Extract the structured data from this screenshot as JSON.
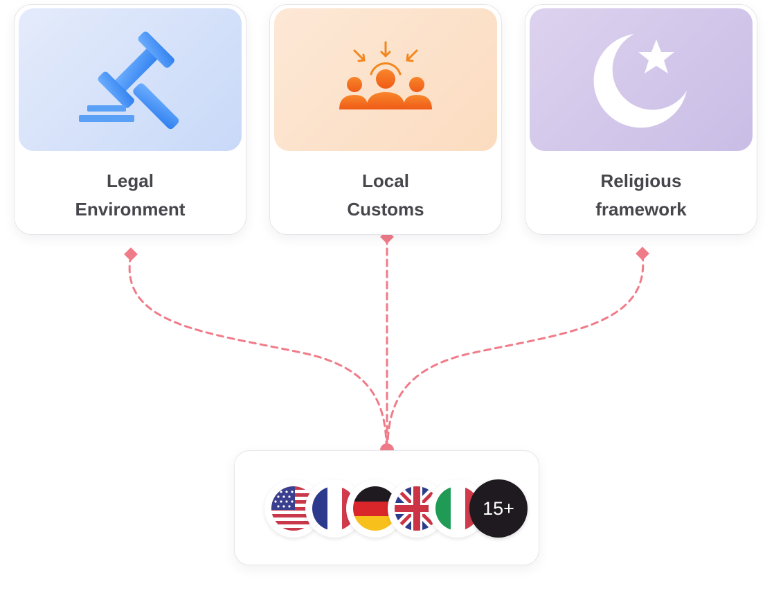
{
  "cards": [
    {
      "id": "legal",
      "line1": "Legal",
      "line2": "Environment",
      "icon": "gavel-icon"
    },
    {
      "id": "customs",
      "line1": "Local",
      "line2": "Customs",
      "icon": "people-icon"
    },
    {
      "id": "religion",
      "line1": "Religious",
      "line2": "framework",
      "icon": "crescent-star-icon"
    }
  ],
  "countries": {
    "flags": [
      "us-flag",
      "france-flag",
      "germany-flag",
      "uk-flag",
      "italy-flag"
    ],
    "more_label": "15+"
  },
  "colors": {
    "connector": "#f07b88",
    "legal_icon": "#3b8bf2",
    "customs_icon": "#f3701f",
    "religion_icon": "#ffffff"
  }
}
